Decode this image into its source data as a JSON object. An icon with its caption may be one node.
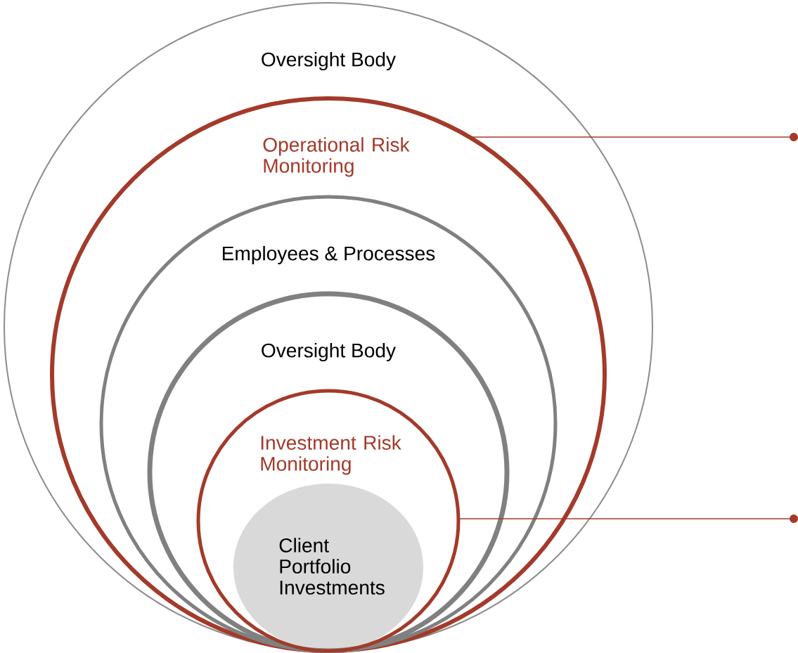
{
  "diagram": {
    "nodes": [
      {
        "text": [
          "Oversight Body"
        ]
      },
      {
        "text": [
          "Operational Risk Monitoring"
        ],
        "in": 0
      },
      {
        "text": [
          "Employees & Processes"
        ],
        "in": 1
      },
      {
        "text": [
          "Oversight Body"
        ],
        "in": 2
      },
      {
        "text": [
          "Investment Risk Monitoring"
        ],
        "in": 3
      },
      {
        "text": [
          "Client Portfolio Investments"
        ],
        "in": 4
      },
      {
        "text": [],
        "shape": "circle"
      },
      {
        "text": [],
        "shape": "circle"
      }
    ],
    "edges": [
      {
        "from": 1,
        "to": 6,
        "arrow": "none"
      },
      {
        "from": 4,
        "to": 7,
        "arrow": "none"
      }
    ]
  }
}
